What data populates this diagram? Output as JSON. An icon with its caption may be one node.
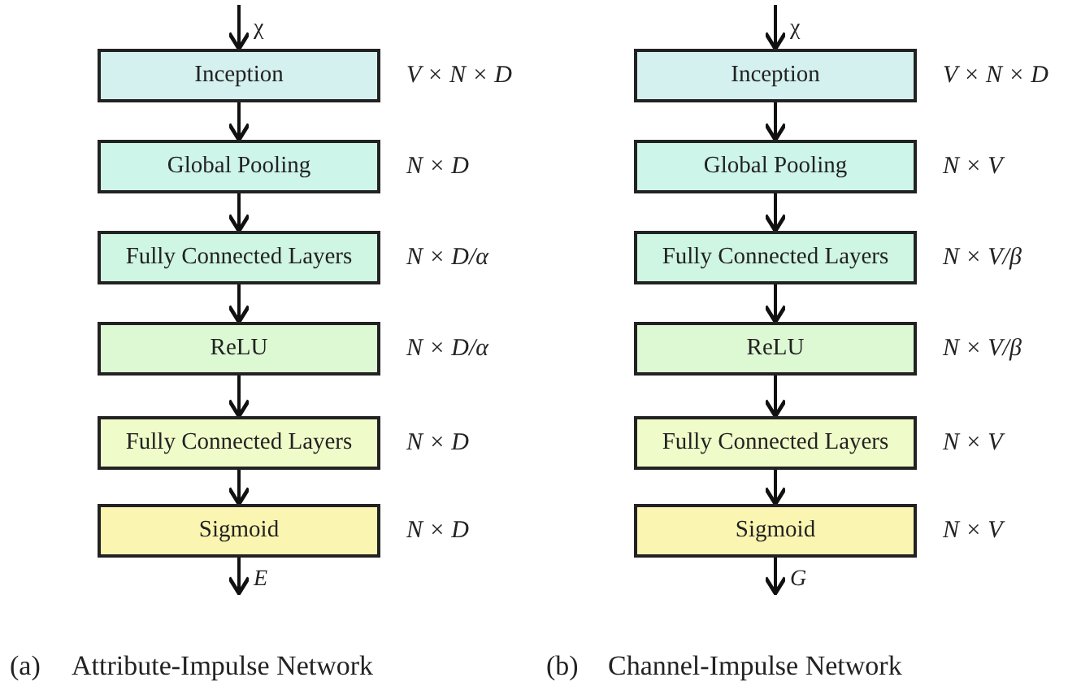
{
  "diagram": {
    "nodes": [
      {
        "text": [
          "Inception"
        ],
        "beside": [
          "V × N × D"
        ]
      },
      {
        "text": [
          "Global Pooling"
        ],
        "beside": [
          "N × D"
        ]
      },
      {
        "text": [
          "Fully Connected Layers"
        ],
        "beside": [
          "N × D/α"
        ]
      },
      {
        "text": [
          "ReLU"
        ],
        "beside": [
          "N × D/α"
        ]
      },
      {
        "text": [
          "Fully Connected Layers"
        ],
        "beside": [
          "N × D"
        ]
      },
      {
        "text": [
          "Sigmoid"
        ],
        "beside": [
          "N × D"
        ]
      },
      {
        "text": [
          "Inception"
        ],
        "beside": [
          "V × N × D"
        ]
      },
      {
        "text": [
          "Global Pooling"
        ],
        "beside": [
          "N × V"
        ]
      },
      {
        "text": [
          "Fully Connected Layers"
        ],
        "beside": [
          "N × V/β"
        ]
      },
      {
        "text": [
          "ReLU"
        ],
        "beside": [
          "N × V/β"
        ]
      },
      {
        "text": [
          "Fully Connected Layers"
        ],
        "beside": [
          "N × V"
        ]
      },
      {
        "text": [
          "Sigmoid"
        ],
        "beside": [
          "N × V"
        ]
      }
    ],
    "edges": [
      {
        "from": null,
        "to": 0,
        "arrow": "to",
        "label": "χ"
      },
      {
        "from": 0,
        "to": 1,
        "arrow": "to"
      },
      {
        "from": 1,
        "to": 2,
        "arrow": "to"
      },
      {
        "from": 2,
        "to": 3,
        "arrow": "to"
      },
      {
        "from": 3,
        "to": 4,
        "arrow": "to"
      },
      {
        "from": 4,
        "to": 5,
        "arrow": "to"
      },
      {
        "from": 5,
        "to": null,
        "arrow": "to",
        "label": "E"
      },
      {
        "from": null,
        "to": 6,
        "arrow": "to",
        "label": "χ"
      },
      {
        "from": 6,
        "to": 7,
        "arrow": "to"
      },
      {
        "from": 7,
        "to": 8,
        "arrow": "to"
      },
      {
        "from": 8,
        "to": 9,
        "arrow": "to"
      },
      {
        "from": 9,
        "to": 10,
        "arrow": "to"
      },
      {
        "from": 10,
        "to": 11,
        "arrow": "to"
      },
      {
        "from": 11,
        "to": null,
        "arrow": "to",
        "label": "G"
      }
    ],
    "labels": [
      "(a)",
      "Attribute-Impulse Network",
      "(b)",
      "Channel-Impulse Network"
    ]
  }
}
